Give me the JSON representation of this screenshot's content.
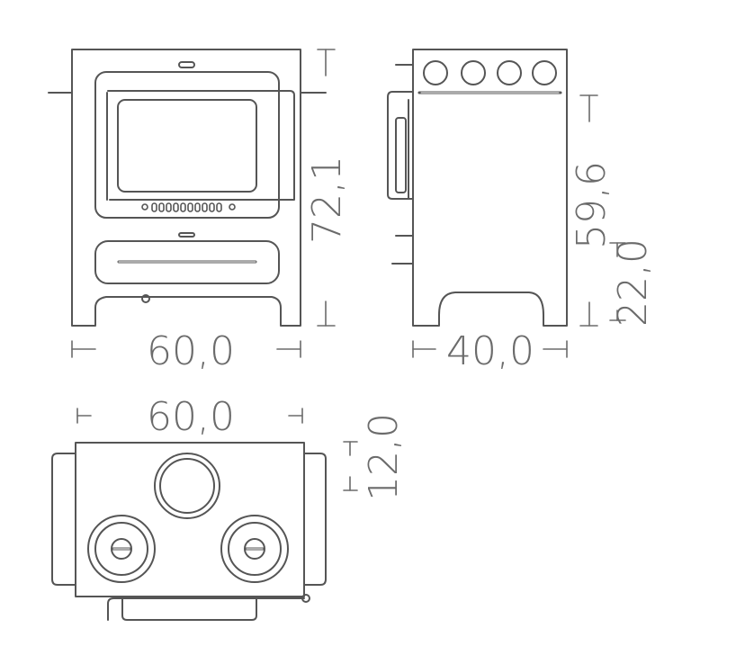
{
  "colors": {
    "stroke": "#555555",
    "dimension_text": "#6b6b6b",
    "background": "#ffffff"
  },
  "dimensions": {
    "front_width": "60,0",
    "front_height": "72,1",
    "side_depth": "40,0",
    "side_upper_height": "59,6",
    "side_lower_height": "22,0",
    "top_width": "60,0",
    "top_depth": "12,0"
  }
}
